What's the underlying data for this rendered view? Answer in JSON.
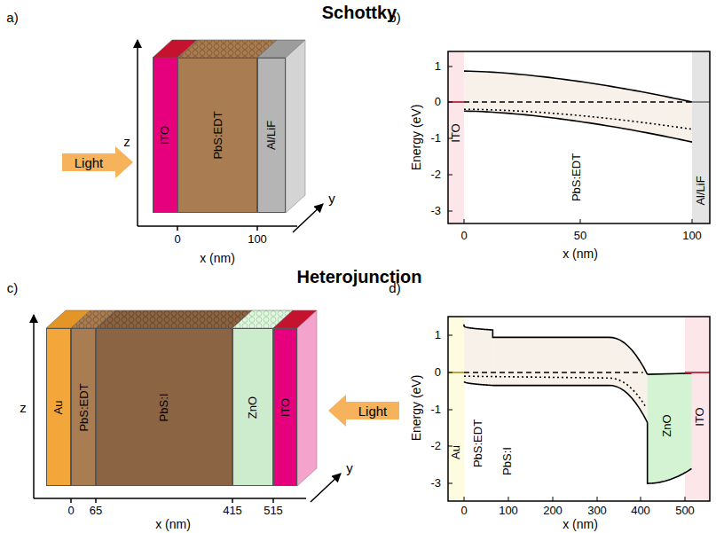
{
  "diagram": {
    "nodes": [
      {
        "text": [
          "Light"
        ]
      },
      {
        "text": [
          "ITO"
        ]
      },
      {
        "text": [
          "PbS:EDT"
        ]
      },
      {
        "text": [
          "Al/LiF"
        ]
      },
      {
        "text": [
          "Au"
        ]
      },
      {
        "text": [
          "PbS:EDT"
        ]
      },
      {
        "text": [
          "PbS:I"
        ]
      },
      {
        "text": [
          "ZnO"
        ]
      },
      {
        "text": [
          "ITO"
        ]
      },
      {
        "text": [
          "Light"
        ]
      }
    ],
    "labels": [
      "Schottky",
      "Heterojunction",
      "a)",
      "b)",
      "c)",
      "d)",
      "z",
      "y",
      "x (nm)",
      "0",
      "100",
      "Energy (eV)",
      "1",
      "0",
      "-1",
      "-2",
      "-3",
      "0",
      "50",
      "100",
      "x (nm)",
      "ITO",
      "PbS:EDT",
      "Al/LiF",
      "z",
      "y",
      "x (nm)",
      "0",
      "65",
      "415",
      "515",
      "Energy (eV)",
      "1",
      "0",
      "-1",
      "-2",
      "-3",
      "0",
      "100",
      "200",
      "300",
      "400",
      "500",
      "x (nm)",
      "Au",
      "PbS:EDT",
      "PbS:I",
      "ZnO",
      "ITO"
    ]
  }
}
